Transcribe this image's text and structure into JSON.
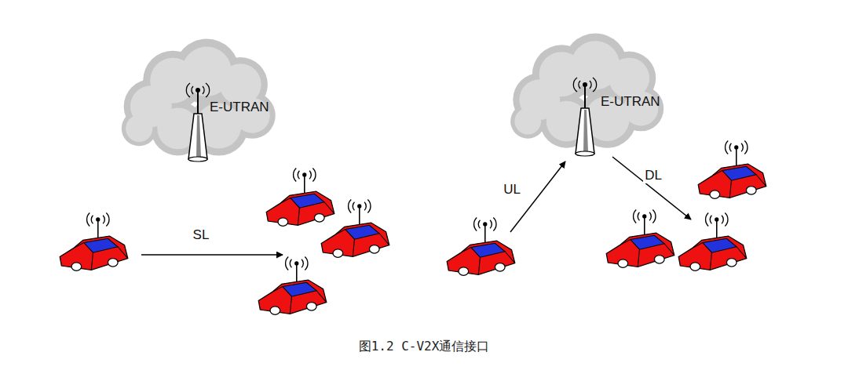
{
  "diagram": {
    "caption": "图1.2 C-V2X通信接口",
    "nodes": [
      {
        "text": [
          "E-UTRAN"
        ]
      },
      {
        "text": [
          "E-UTRAN"
        ]
      }
    ],
    "labels": [
      "SL",
      "UL",
      "DL"
    ]
  }
}
